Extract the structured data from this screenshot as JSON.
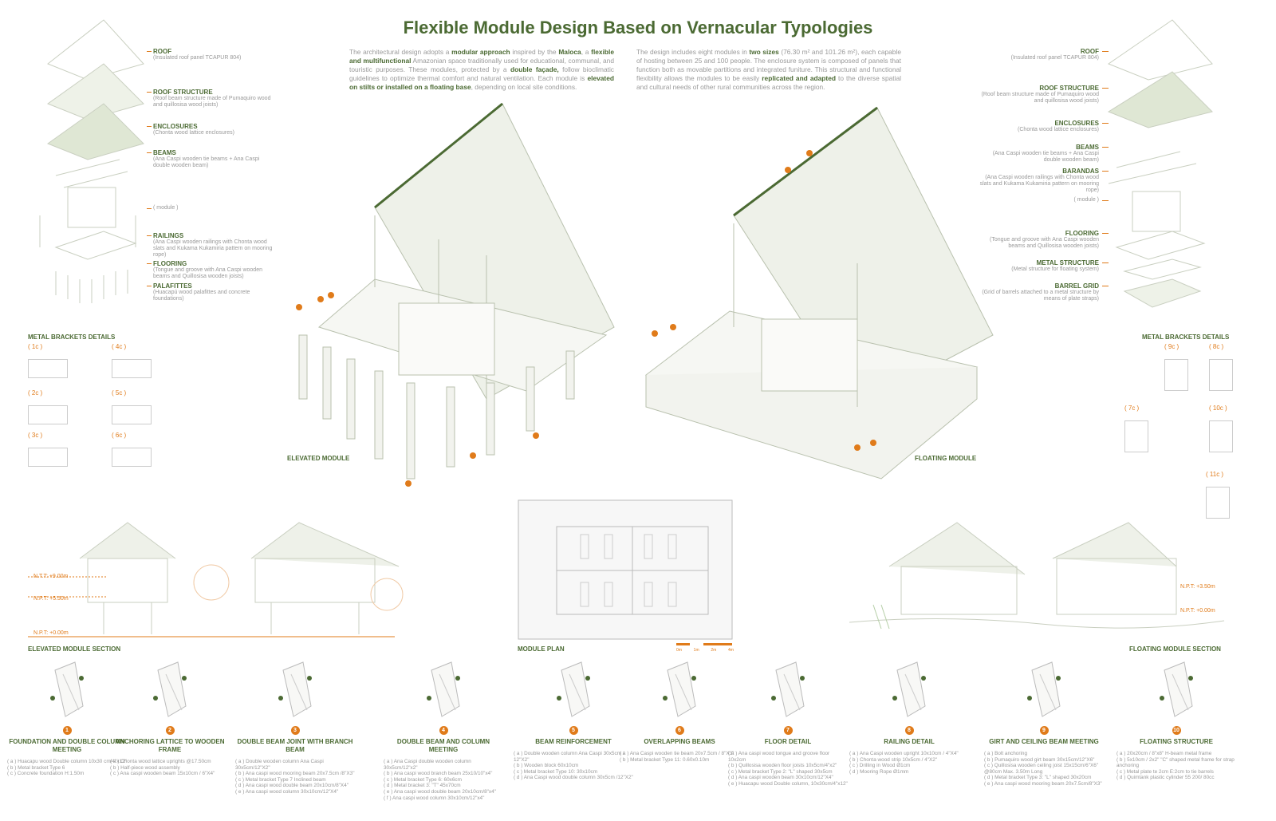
{
  "title": "Flexible Module Design Based on Vernacular Typologies",
  "intro": {
    "left": [
      [
        "",
        "The architectural design adopts a "
      ],
      [
        "b",
        "modular approach"
      ],
      [
        "",
        " inspired by the "
      ],
      [
        "b",
        "Maloca"
      ],
      [
        "",
        ", a "
      ],
      [
        "b",
        "flexible and multifunctional"
      ],
      [
        "",
        " Amazonian space traditionally used for educational, communal, and touristic purposes. These modules, protected by a "
      ],
      [
        "b",
        "double façade,"
      ],
      [
        "",
        " follow bioclimatic guidelines to optimize thermal comfort and natural ventilation. Each module is "
      ],
      [
        "b",
        "elevated on stilts or installed on a floating base"
      ],
      [
        "",
        ", depending on local site conditions."
      ]
    ],
    "right": [
      [
        "",
        "The design includes eight modules in "
      ],
      [
        "b",
        "two sizes"
      ],
      [
        "",
        " (76.30 m² and 101.26 m²), each capable of hosting between 25 and 100 people. The enclosure system is composed of panels that function both as movable partitions and integrated funiture. This structural and functional flexibility allows the modules to be easily "
      ],
      [
        "b",
        "replicated and adapted"
      ],
      [
        "",
        " to the diverse spatial and cultural needs of other rural communities across the region."
      ]
    ]
  },
  "exploded_left": [
    {
      "h": "ROOF",
      "d": "(Insulated roof panel TCAPUR 804)"
    },
    {
      "h": "ROOF STRUCTURE",
      "d": "(Roof beam structure made of Pumaquiro wood and quillosisa wood joists)"
    },
    {
      "h": "ENCLOSURES",
      "d": "(Chonta wood lattice enclosures)"
    },
    {
      "h": "BEAMS",
      "d": "(Ana Caspi wooden tie beams + Ana Caspi double wooden beam)"
    },
    {
      "h": "",
      "d": "( module )"
    },
    {
      "h": "RAILINGS",
      "d": "(Ana Caspi wooden railings with Chonta wood slats and Kukama Kukamiria pattern on mooring rope)"
    },
    {
      "h": "FLOORING",
      "d": "(Tongue and groove with Ana Caspi wooden beams and Quillosisa wooden joists)"
    },
    {
      "h": "PALAFITTES",
      "d": "(Huacapú wood palafittes and concrete foundations)"
    }
  ],
  "exploded_right": [
    {
      "h": "ROOF",
      "d": "(Insulated roof panel TCAPUR 804)"
    },
    {
      "h": "ROOF STRUCTURE",
      "d": "(Roof beam structure made of Pumaquiro wood and quillosisa wood joists)"
    },
    {
      "h": "ENCLOSURES",
      "d": "(Chonta wood lattice enclosures)"
    },
    {
      "h": "BEAMS",
      "d": "(Ana Caspi wooden tie beams + Ana Caspi double wooden beam)"
    },
    {
      "h": "BARANDAS",
      "d": "(Ana Caspi wooden railings with Chonta wood slats and Kukama Kukamiria pattern on mooring rope)"
    },
    {
      "h": "",
      "d": "( module )"
    },
    {
      "h": "FLOORING",
      "d": "(Tongue and groove with Ana Caspi wooden beams and Quillosisa wooden joists)"
    },
    {
      "h": "METAL STRUCTURE",
      "d": "(Metal structure for floating system)"
    },
    {
      "h": "BARREL GRID",
      "d": "(Grid of barrels attached to a metal structure by means of plate straps)"
    }
  ],
  "modules": {
    "elevated": "ELEVATED MODULE",
    "floating": "FLOATING MODULE"
  },
  "brackets": {
    "title": "METAL BRACKETS DETAILS",
    "left": [
      "( 1c )",
      "( 4c )",
      "( 2c )",
      "( 5c )",
      "( 3c )",
      "( 6c )"
    ],
    "right": [
      "( 9c )",
      "( 7c )",
      "( 10c )",
      "( 8c )",
      "( 11c )"
    ]
  },
  "sections": {
    "elevated": "ELEVATED MODULE SECTION",
    "plan": "MODULE PLAN",
    "floating": "FLOATING MODULE SECTION",
    "elevated_levels": [
      "N.T.T: +9.00m",
      "N.P.T: +5.50m",
      "N.P.T: +0.00m"
    ],
    "floating_levels": [
      "N.P.T: +3.50m",
      "N.P.T: +0.00m"
    ],
    "scale": [
      "0m",
      "1m",
      "2m",
      "4m"
    ]
  },
  "details": [
    {
      "n": "1",
      "t": "FOUNDATION AND DOUBLE COLUMN MEETING",
      "items": [
        "( a ) Huacapu wood Double column 10x30 cm/4\"x12\"",
        "( b ) Metal bracket Type 6",
        "( c ) Concrete foundation H:1.50m"
      ]
    },
    {
      "n": "2",
      "t": "ANCHORING LATTICE TO WOODEN FRAME",
      "items": [
        "( a ) Chonta wood lattice uprights @17.50cm",
        "( b ) Half-piece wood assembly",
        "( c ) Ana caspi wooden beam 15x10cm / 6\"X4\""
      ]
    },
    {
      "n": "3",
      "t": "DOUBLE BEAM JOINT WITH BRANCH BEAM",
      "items": [
        "( a ) Double wooden column Ana Caspi 30x5cm/12\"X2\"",
        "( b ) Ana caspi wood mooring beam 20x7.5cm /8\"X3\"",
        "( c ) Metal bracket Type 7 Inclined beam",
        "( d ) Ana caspi wood double beam 20x10cm/8\"X4\"",
        "( e ) Ana caspi wood column 30x10cm/12\"X4\""
      ]
    },
    {
      "n": "4",
      "t": "DOUBLE BEAM AND COLUMN MEETING",
      "items": [
        "( a ) Ana Caspi double wooden column 30x5cm/12\"x2\"",
        "( b ) Ana caspi wood branch beam 25x10/10\"x4\"",
        "( c ) Metal bracket Type 6: 60x6cm",
        "( d ) Metal bracket 3: \"T\" 45x70cm",
        "( e ) Ana caspi wood double beam 20x10cm/8\"x4\"",
        "( f ) Ana caspi wood column 30x10cm/12\"x4\""
      ]
    },
    {
      "n": "5",
      "t": "BEAM REINFORCEMENT",
      "items": [
        "( a ) Double wooden column Ana Caspi 30x5cm / 12\"X2\"",
        "( b ) Wooden block 60x10cm",
        "( c ) Metal bracket Type 10: 30x10cm",
        "( d ) Ana Caspi wood double column 30x5cm /12\"X2\""
      ]
    },
    {
      "n": "6",
      "t": "OVERLAPPING BEAMS",
      "items": [
        "( a ) Ana Caspi wooden tie beam 20x7.5cm / 8\"X3\"",
        "( b ) Metal bracket Type 11: 0.60x0.10m"
      ]
    },
    {
      "n": "7",
      "t": "FLOOR DETAIL",
      "items": [
        "( a ) Ana caspi wood tongue and groove floor 10x2cm",
        "( b ) Quillosisa wooden floor joists 10x5cm/4\"x2\"",
        "( c ) Metal bracket Type 2: \"L\" shaped 30x5cm",
        "( d ) Ana caspi wooden beam 30x10cm/12\"X4\"",
        "( e ) Huacapu wood Double column, 10x30cm/4\"x12\""
      ]
    },
    {
      "n": "8",
      "t": "RAILING DETAIL",
      "items": [
        "( a ) Ana Caspi wooden upright 10x10cm / 4\"X4\"",
        "( b ) Chonta wood strip 10x5cm / 4\"X2\"",
        "( c ) Drilling in Wood Ø1cm",
        "( d ) Mooring Rope Ø1mm"
      ]
    },
    {
      "n": "9",
      "t": "GIRT AND CEILING BEAM MEETING",
      "items": [
        "( a ) Bolt anchoring",
        "( b ) Pumaquiro wood girt beam 30x15cm/12\"X6\"",
        "( c ) Quillosisa wooden ceiling joist 15x15cm/6\"X6\" @80cm Max. 3.50m Long",
        "( d ) Metal bracket Type 3: \"L\" shaped 30x20cm",
        "( e ) Ana caspi wood mooring beam 20x7.5cm/8\"X3\""
      ]
    },
    {
      "n": "10",
      "t": "FLOATING STRUCTURE",
      "items": [
        "( a ) 20x20cm / 8\"x8\" H-beam metal frame",
        "( b ) 5x10cm / 2x2\" \"C\" shaped metal frame for strap anchoring",
        "( c ) Metal plate te 2cm E:2cm to tie barrels",
        "( d ) Quimtank plastic cylinder 55 200/ 80cc"
      ]
    }
  ],
  "colors": {
    "green": "#4b6a33",
    "orange": "#e07b1a",
    "line": "#c9cfc0"
  }
}
